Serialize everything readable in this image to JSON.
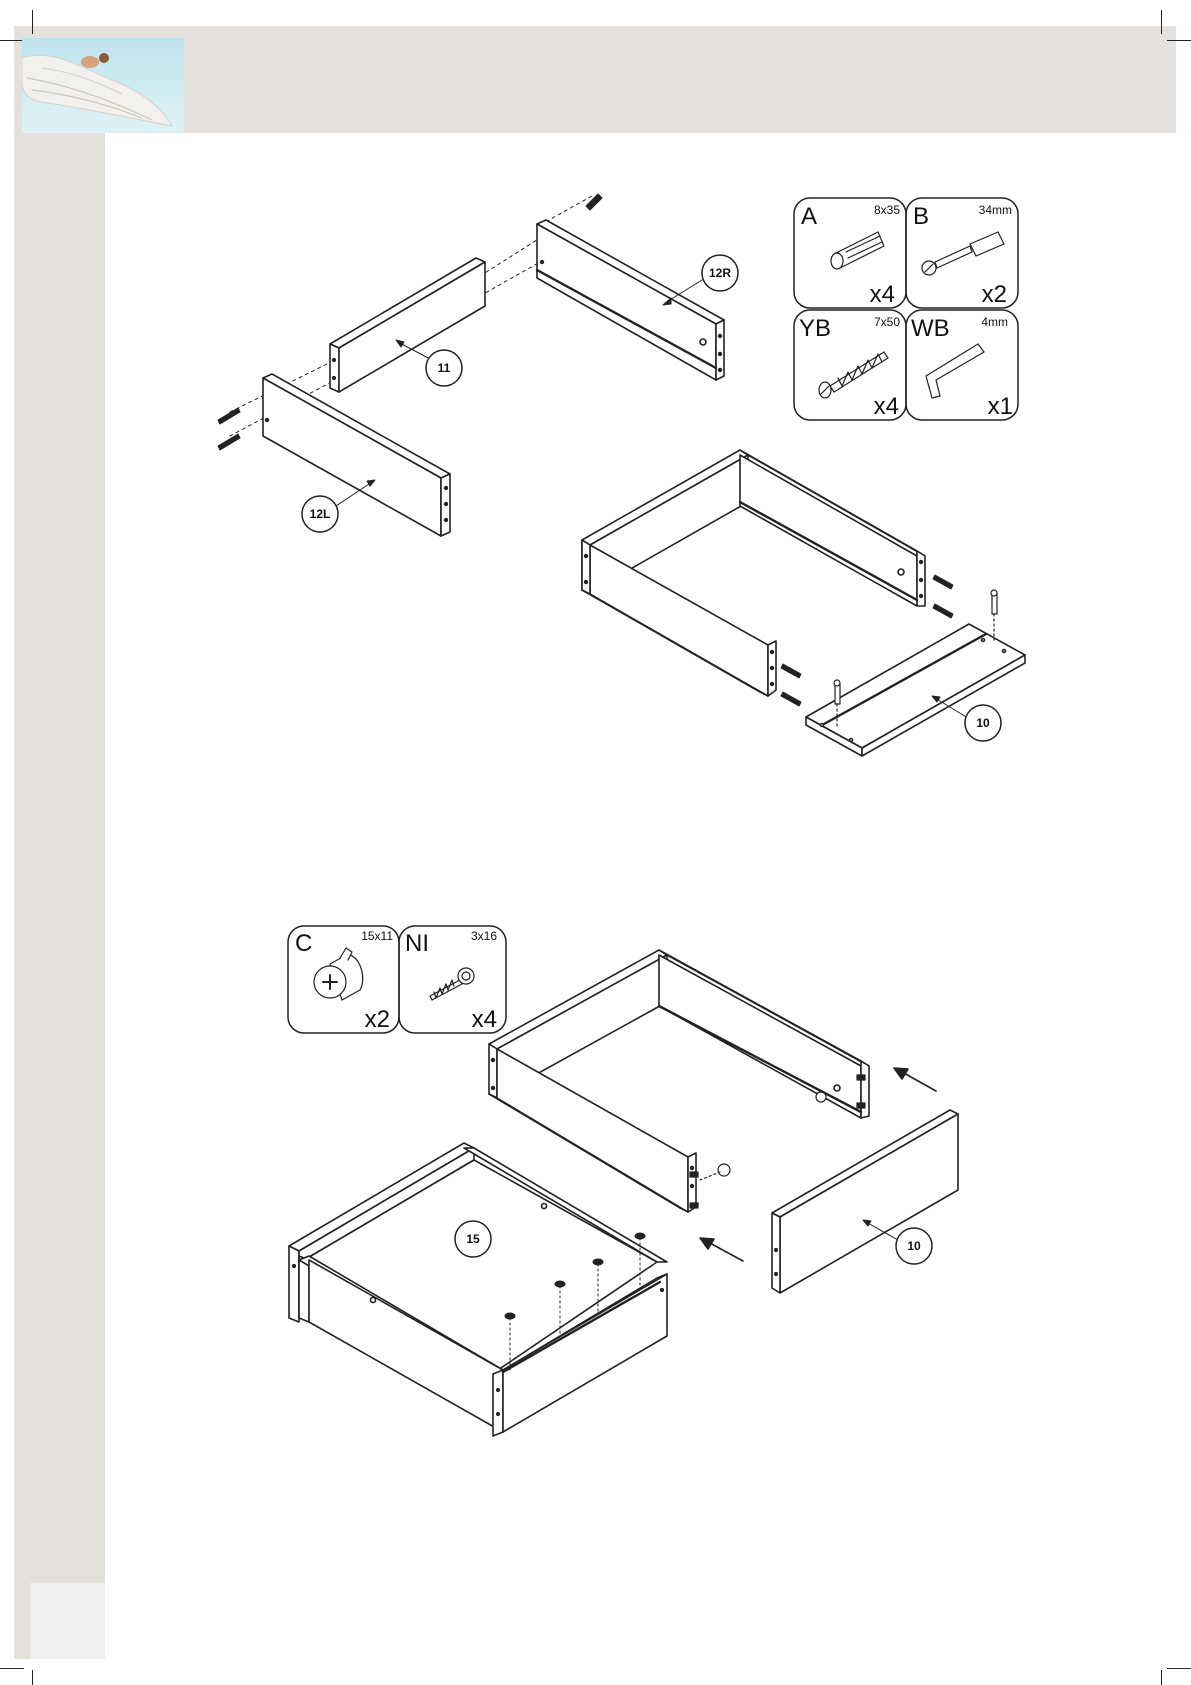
{
  "colors": {
    "band": "#e4e0dc",
    "line": "#222222"
  },
  "logo": {
    "icon": "angel-wing-photo-icon"
  },
  "step1": {
    "callouts": {
      "p12r": "12R",
      "p11": "11",
      "p12l": "12L",
      "p10": "10"
    },
    "hardware": [
      {
        "code": "A",
        "size": "8x35",
        "qty": "x4",
        "icon": "wooden-dowel-icon"
      },
      {
        "code": "B",
        "size": "34mm",
        "qty": "x2",
        "icon": "cam-bolt-icon"
      },
      {
        "code": "YB",
        "size": "7x50",
        "qty": "x4",
        "icon": "confirmat-screw-icon"
      },
      {
        "code": "WB",
        "size": "4mm",
        "qty": "x1",
        "icon": "allen-key-icon"
      }
    ]
  },
  "step2": {
    "callouts": {
      "p15": "15",
      "p10": "10"
    },
    "hardware": [
      {
        "code": "C",
        "size": "15x11",
        "qty": "x2",
        "icon": "cam-lock-icon"
      },
      {
        "code": "NI",
        "size": "3x16",
        "qty": "x4",
        "icon": "wood-screw-icon"
      }
    ]
  }
}
